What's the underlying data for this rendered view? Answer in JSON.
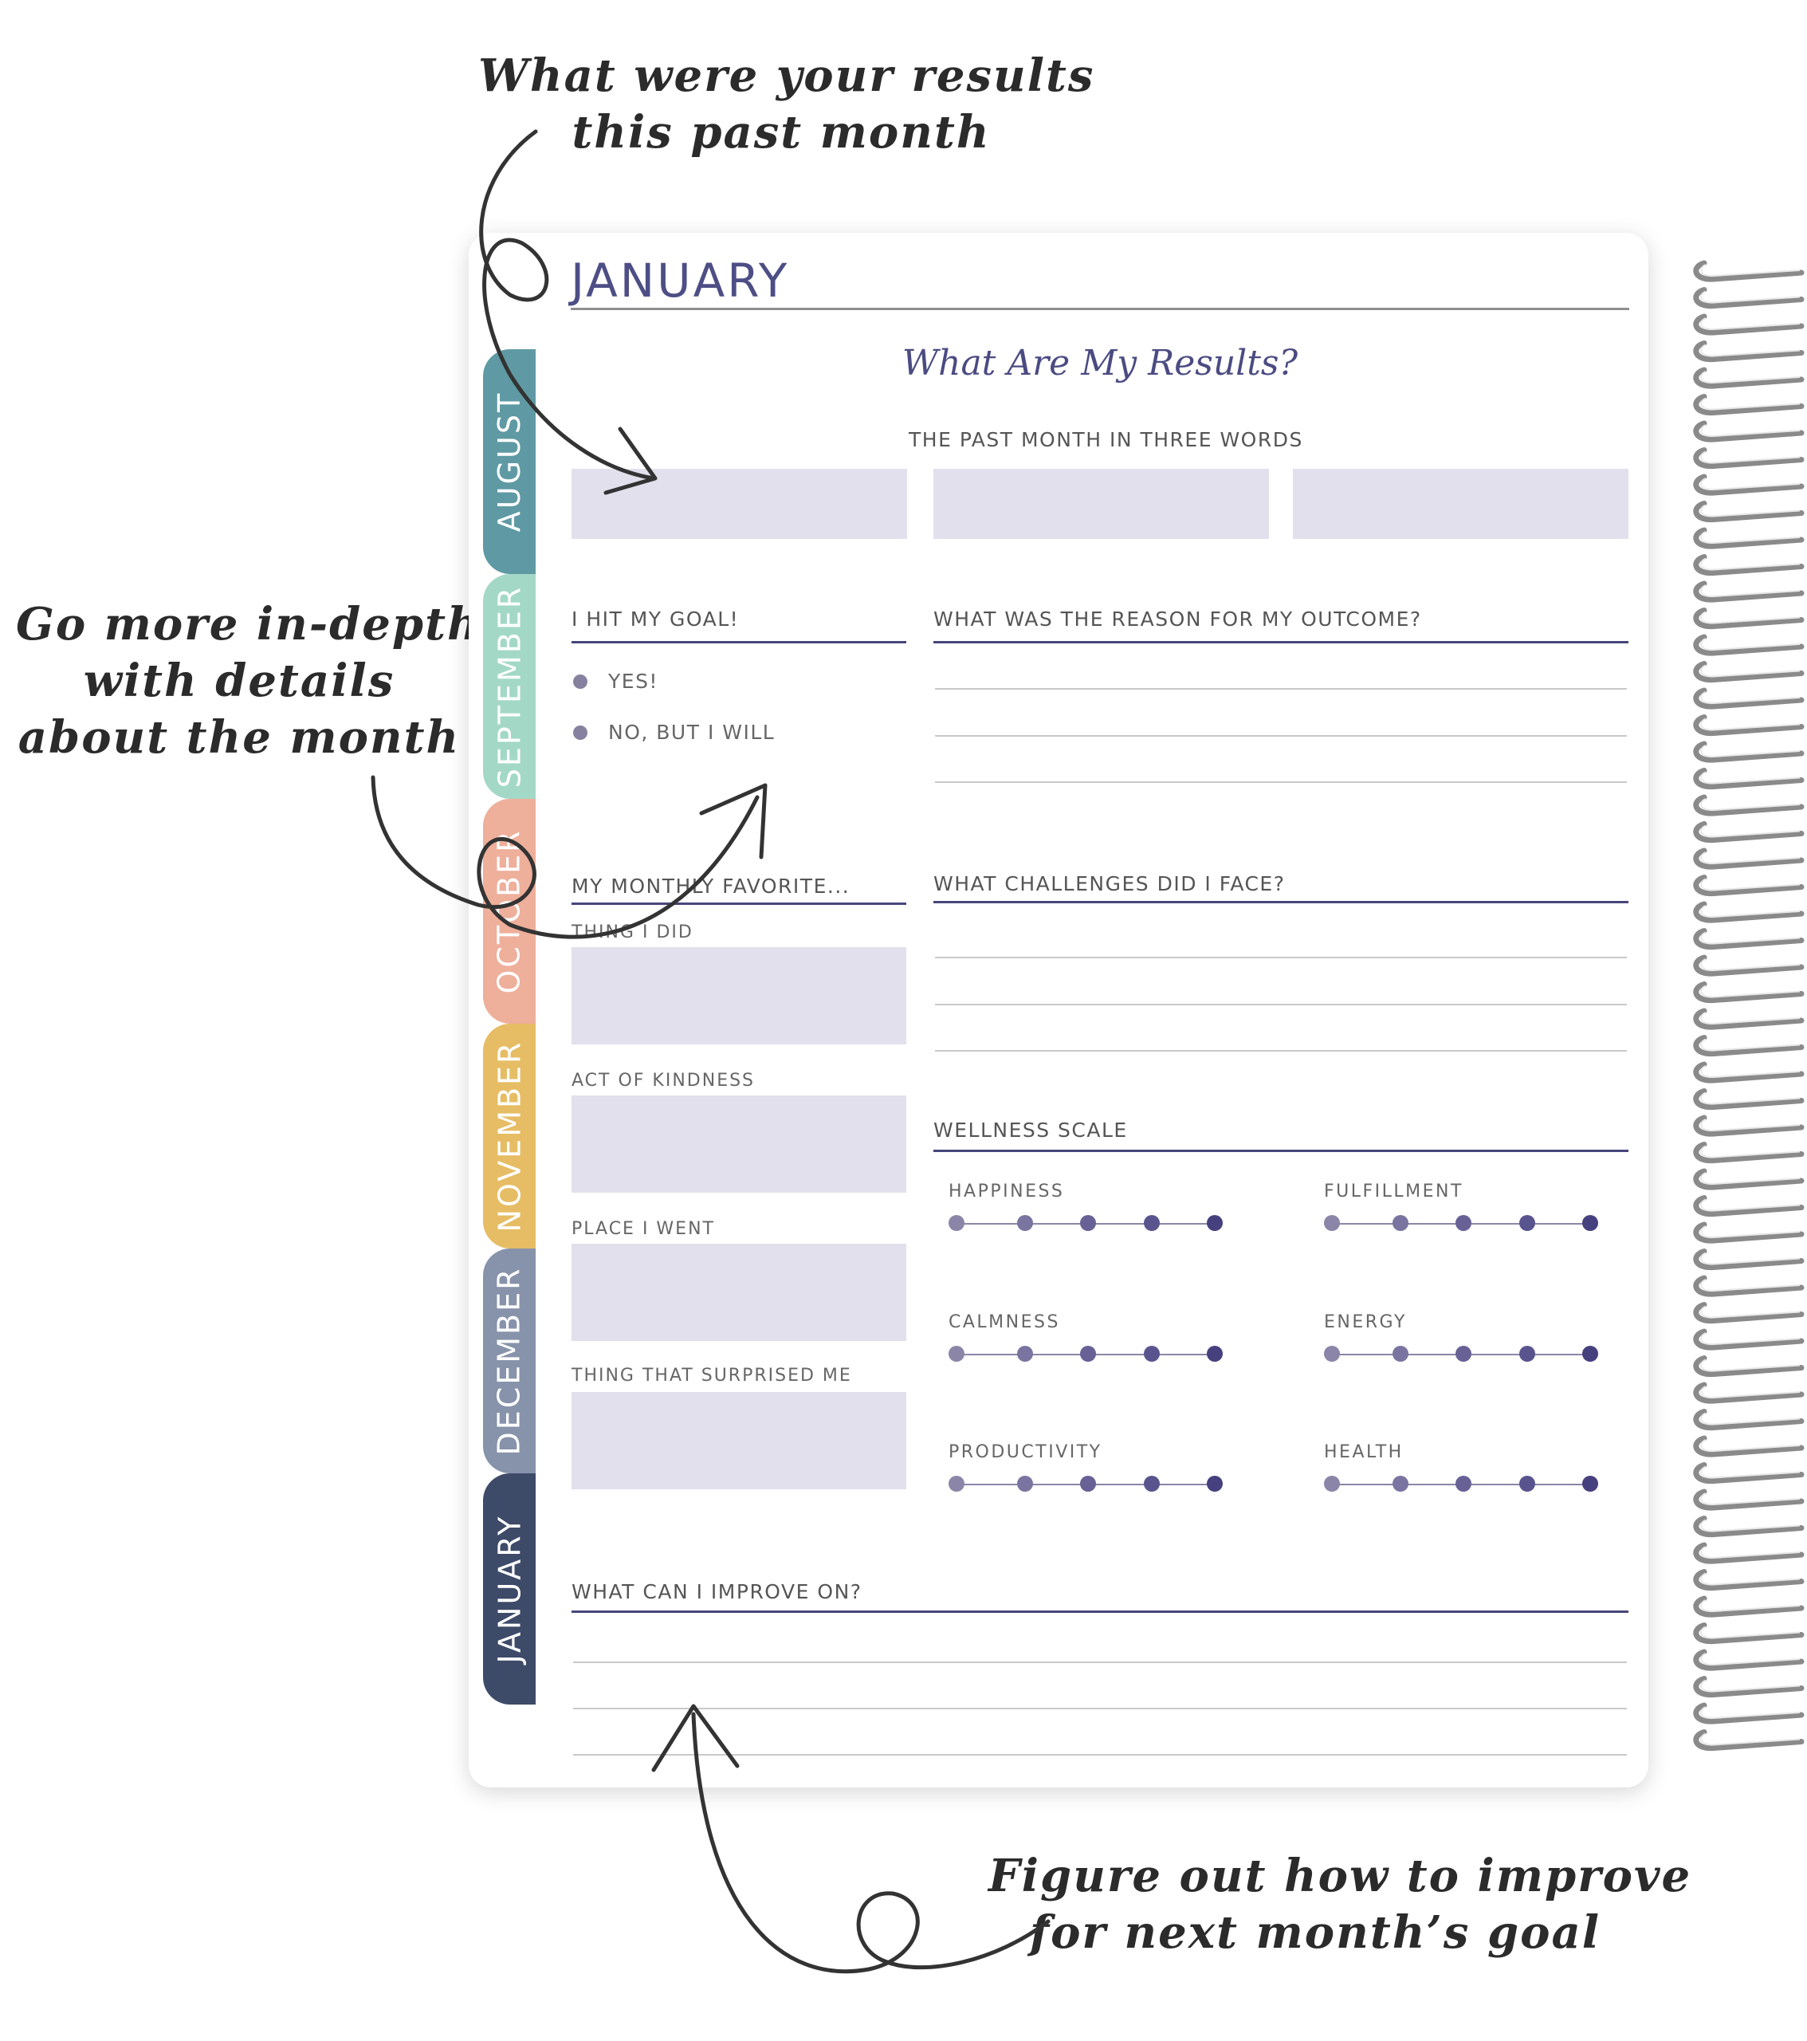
{
  "annotations": {
    "top": [
      "What were your results",
      "this past month"
    ],
    "left": [
      "Go more in-depth",
      "with details",
      "about the month"
    ],
    "bottom": [
      "Figure out how to improve",
      "for next month’s goal"
    ]
  },
  "tabs": [
    {
      "label": "AUGUST",
      "color": "#5f9aa4"
    },
    {
      "label": "SEPTEMBER",
      "color": "#a3d8c7"
    },
    {
      "label": "OCTOBER",
      "color": "#eeaf9b"
    },
    {
      "label": "NOVEMBER",
      "color": "#e6bd65"
    },
    {
      "label": "DECEMBER",
      "color": "#8793aa"
    },
    {
      "label": "JANUARY",
      "color": "#3d4a68"
    }
  ],
  "planner": {
    "month": "JANUARY",
    "subtitle": "What Are My Results?",
    "three_words_label": "THE PAST MONTH IN THREE WORDS",
    "goal_label": "I HIT MY GOAL!",
    "goal_options": [
      "YES!",
      "NO, BUT I WILL"
    ],
    "reason_label": "WHAT WAS THE REASON FOR MY OUTCOME?",
    "favorite_label": "MY MONTHLY FAVORITE...",
    "favorites": [
      "THING I DID",
      "ACT OF KINDNESS",
      "PLACE I WENT",
      "THING THAT SURPRISED ME"
    ],
    "challenges_label": "WHAT CHALLENGES DID I FACE?",
    "wellness_label": "WELLNESS SCALE",
    "wellness": [
      "HAPPINESS",
      "FULFILLMENT",
      "CALMNESS",
      "ENERGY",
      "PRODUCTIVITY",
      "HEALTH"
    ],
    "improve_label": "WHAT CAN I IMPROVE ON?"
  },
  "colors": {
    "accent": "#4e4e86",
    "box_fill": "#e2e0ec",
    "scale_dots": [
      "#8b86a8",
      "#7a74a0",
      "#686196",
      "#5a548e",
      "#46407e"
    ]
  }
}
